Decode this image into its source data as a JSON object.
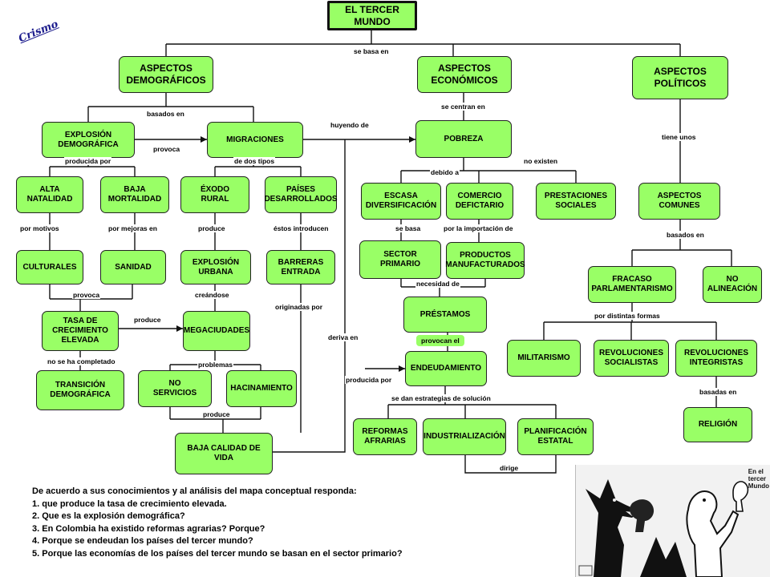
{
  "logo_text": "Crismo",
  "nodes": {
    "root": "EL TERCER\nMUNDO",
    "asp_dem": "ASPECTOS\nDEMOGRÁFICOS",
    "asp_eco": "ASPECTOS\nECONÓMICOS",
    "asp_pol": "ASPECTOS\nPOLÍTICOS",
    "explosion_dem": "EXPLOSIÓN\nDEMOGRÁFICA",
    "migraciones": "MIGRACIONES",
    "pobreza": "POBREZA",
    "alta_natalidad": "ALTA\nNATALIDAD",
    "baja_mortalidad": "BAJA\nMORTALIDAD",
    "exodo_rural": "ÉXODO\nRURAL",
    "paises_des": "PAÍSES\nDESARROLLADOS",
    "culturales": "CULTURALES",
    "sanidad": "SANIDAD",
    "explosion_urb": "EXPLOSIÓN\nURBANA",
    "barreras": "BARRERAS\nENTRADA",
    "tasa": "TASA DE\nCRECIMIENTO\nELEVADA",
    "megaciudades": "MEGACIUDADES",
    "transicion": "TRANSICIÓN\nDEMOGRÁFICA",
    "no_servicios": "NO\nSERVICIOS",
    "hacinamiento": "HACINAMIENTO",
    "baja_calidad": "BAJA CALIDAD DE VIDA",
    "escasa": "ESCASA\nDIVERSIFICACIÓN",
    "comercio": "COMERCIO\nDEFICTARIO",
    "prestaciones": "PRESTACIONES\nSOCIALES",
    "sector": "SECTOR\nPRIMARIO",
    "productos": "PRODUCTOS\nMANUFACTURADOS",
    "prestamos": "PRÉSTAMOS",
    "endeudamiento": "ENDEUDAMIENTO",
    "reformas": "REFORMAS\nAFRARIAS",
    "industrializacion": "INDUSTRIALIZACIÓN",
    "planificacion": "PLANIFICACIÓN\nESTATAL",
    "aspectos_comunes": "ASPECTOS\nCOMUNES",
    "fracaso": "FRACASO\nPARLAMENTARISMO",
    "no_alineacion": "NO\nALINEACIÓN",
    "militarismo": "MILITARISMO",
    "rev_soc": "REVOLUCIONES\nSOCIALISTAS",
    "rev_int": "REVOLUCIONES\nINTEGRISTAS",
    "religion": "RELIGIÓN"
  },
  "labels": {
    "se_basa_en": "se basa en",
    "basados_en": "basados en",
    "se_centran_en": "se centran en",
    "huyendo_de": "huyendo de",
    "tiene_unos": "tiene unos",
    "provoca_1": "provoca",
    "producida_por": "producida por",
    "de_dos_tipos": "de dos tipos",
    "debido_a": "debido a",
    "no_existen": "no existen",
    "por_motivos": "por motivos",
    "por_mejoras_en": "por mejoras en",
    "produce_1": "produce",
    "estos_introducen": "éstos introducen",
    "se_basa": "se basa",
    "por_la_importacion_de": "por la importación de",
    "basados_en_2": "basados en",
    "provoca_2": "provoca",
    "creandose": "creándose",
    "originadas_por": "originadas por",
    "necesidad_de": "necesidad de",
    "produce_2": "produce",
    "por_distintas_formas": "por distintas formas",
    "deriva_en": "deriva en",
    "provocan_el": "provocan el",
    "no_se_ha_completado": "no se ha completado",
    "problemas": "problemas",
    "producida_por_2": "producida por",
    "se_dan_estrategias": "se dan estrategias de solución",
    "basadas_en": "basadas en",
    "produce_3": "produce",
    "dirige": "dirige"
  },
  "questions": [
    "De acuerdo a sus conocimientos  y al análisis del mapa conceptual responda:",
    "1. que produce la tasa de crecimiento elevada.",
    "2. Que es la explosión demográfica?",
    "3. En Colombia ha existido reformas agrarias? Porque?",
    "4. Porque se endeudan los países del tercer mundo?",
    "5. Porque las economías de los países del tercer mundo se basan en el sector primario?"
  ],
  "cartoon_caption": "En el\ntercer\nMundo"
}
